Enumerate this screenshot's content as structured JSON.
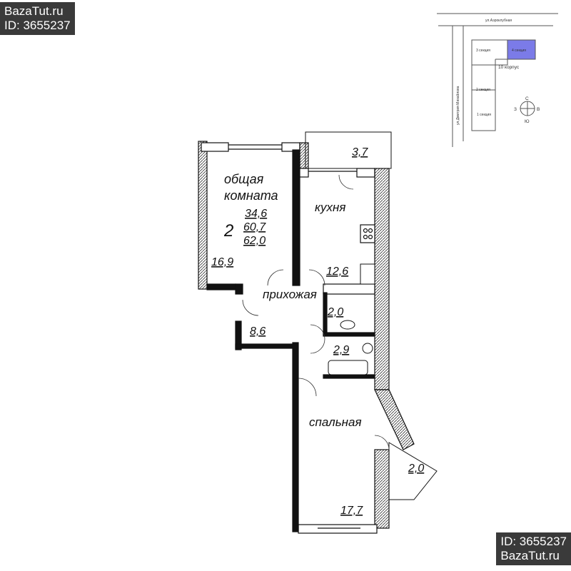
{
  "watermark_top": {
    "line1": "BazaTut.ru",
    "line2": "ID: 3655237"
  },
  "watermark_bottom": {
    "line1": "ID: 3655237",
    "line2": "BazaTut.ru"
  },
  "site_plan": {
    "street_top": "ул.Аэроклубная",
    "street_left": "ул.Дмитрия Михайлова",
    "sections": [
      "3 секция",
      "4 секция",
      "2 секция",
      "1 секция"
    ],
    "building": "10 корпус",
    "compass": {
      "n": "С",
      "s": "Ю",
      "w": "З",
      "e": "В"
    },
    "highlight_color": "#7b7be8"
  },
  "plan": {
    "rooms_count": "2",
    "living_area": "34,6",
    "total_area": "60,7",
    "total_area_with_balcony": "62,0",
    "rooms": [
      {
        "name": "общая",
        "name2": "комната",
        "area": "16,9"
      },
      {
        "name": "кухня",
        "area": "12,6"
      },
      {
        "name": "прихожая",
        "area": "8,6"
      },
      {
        "name": "",
        "area": "2,0"
      },
      {
        "name": "",
        "area": "2,9"
      },
      {
        "name": "спальная",
        "area": "17,7"
      },
      {
        "name": "",
        "area": "3,7"
      },
      {
        "name": "",
        "area": "2,0"
      }
    ]
  }
}
